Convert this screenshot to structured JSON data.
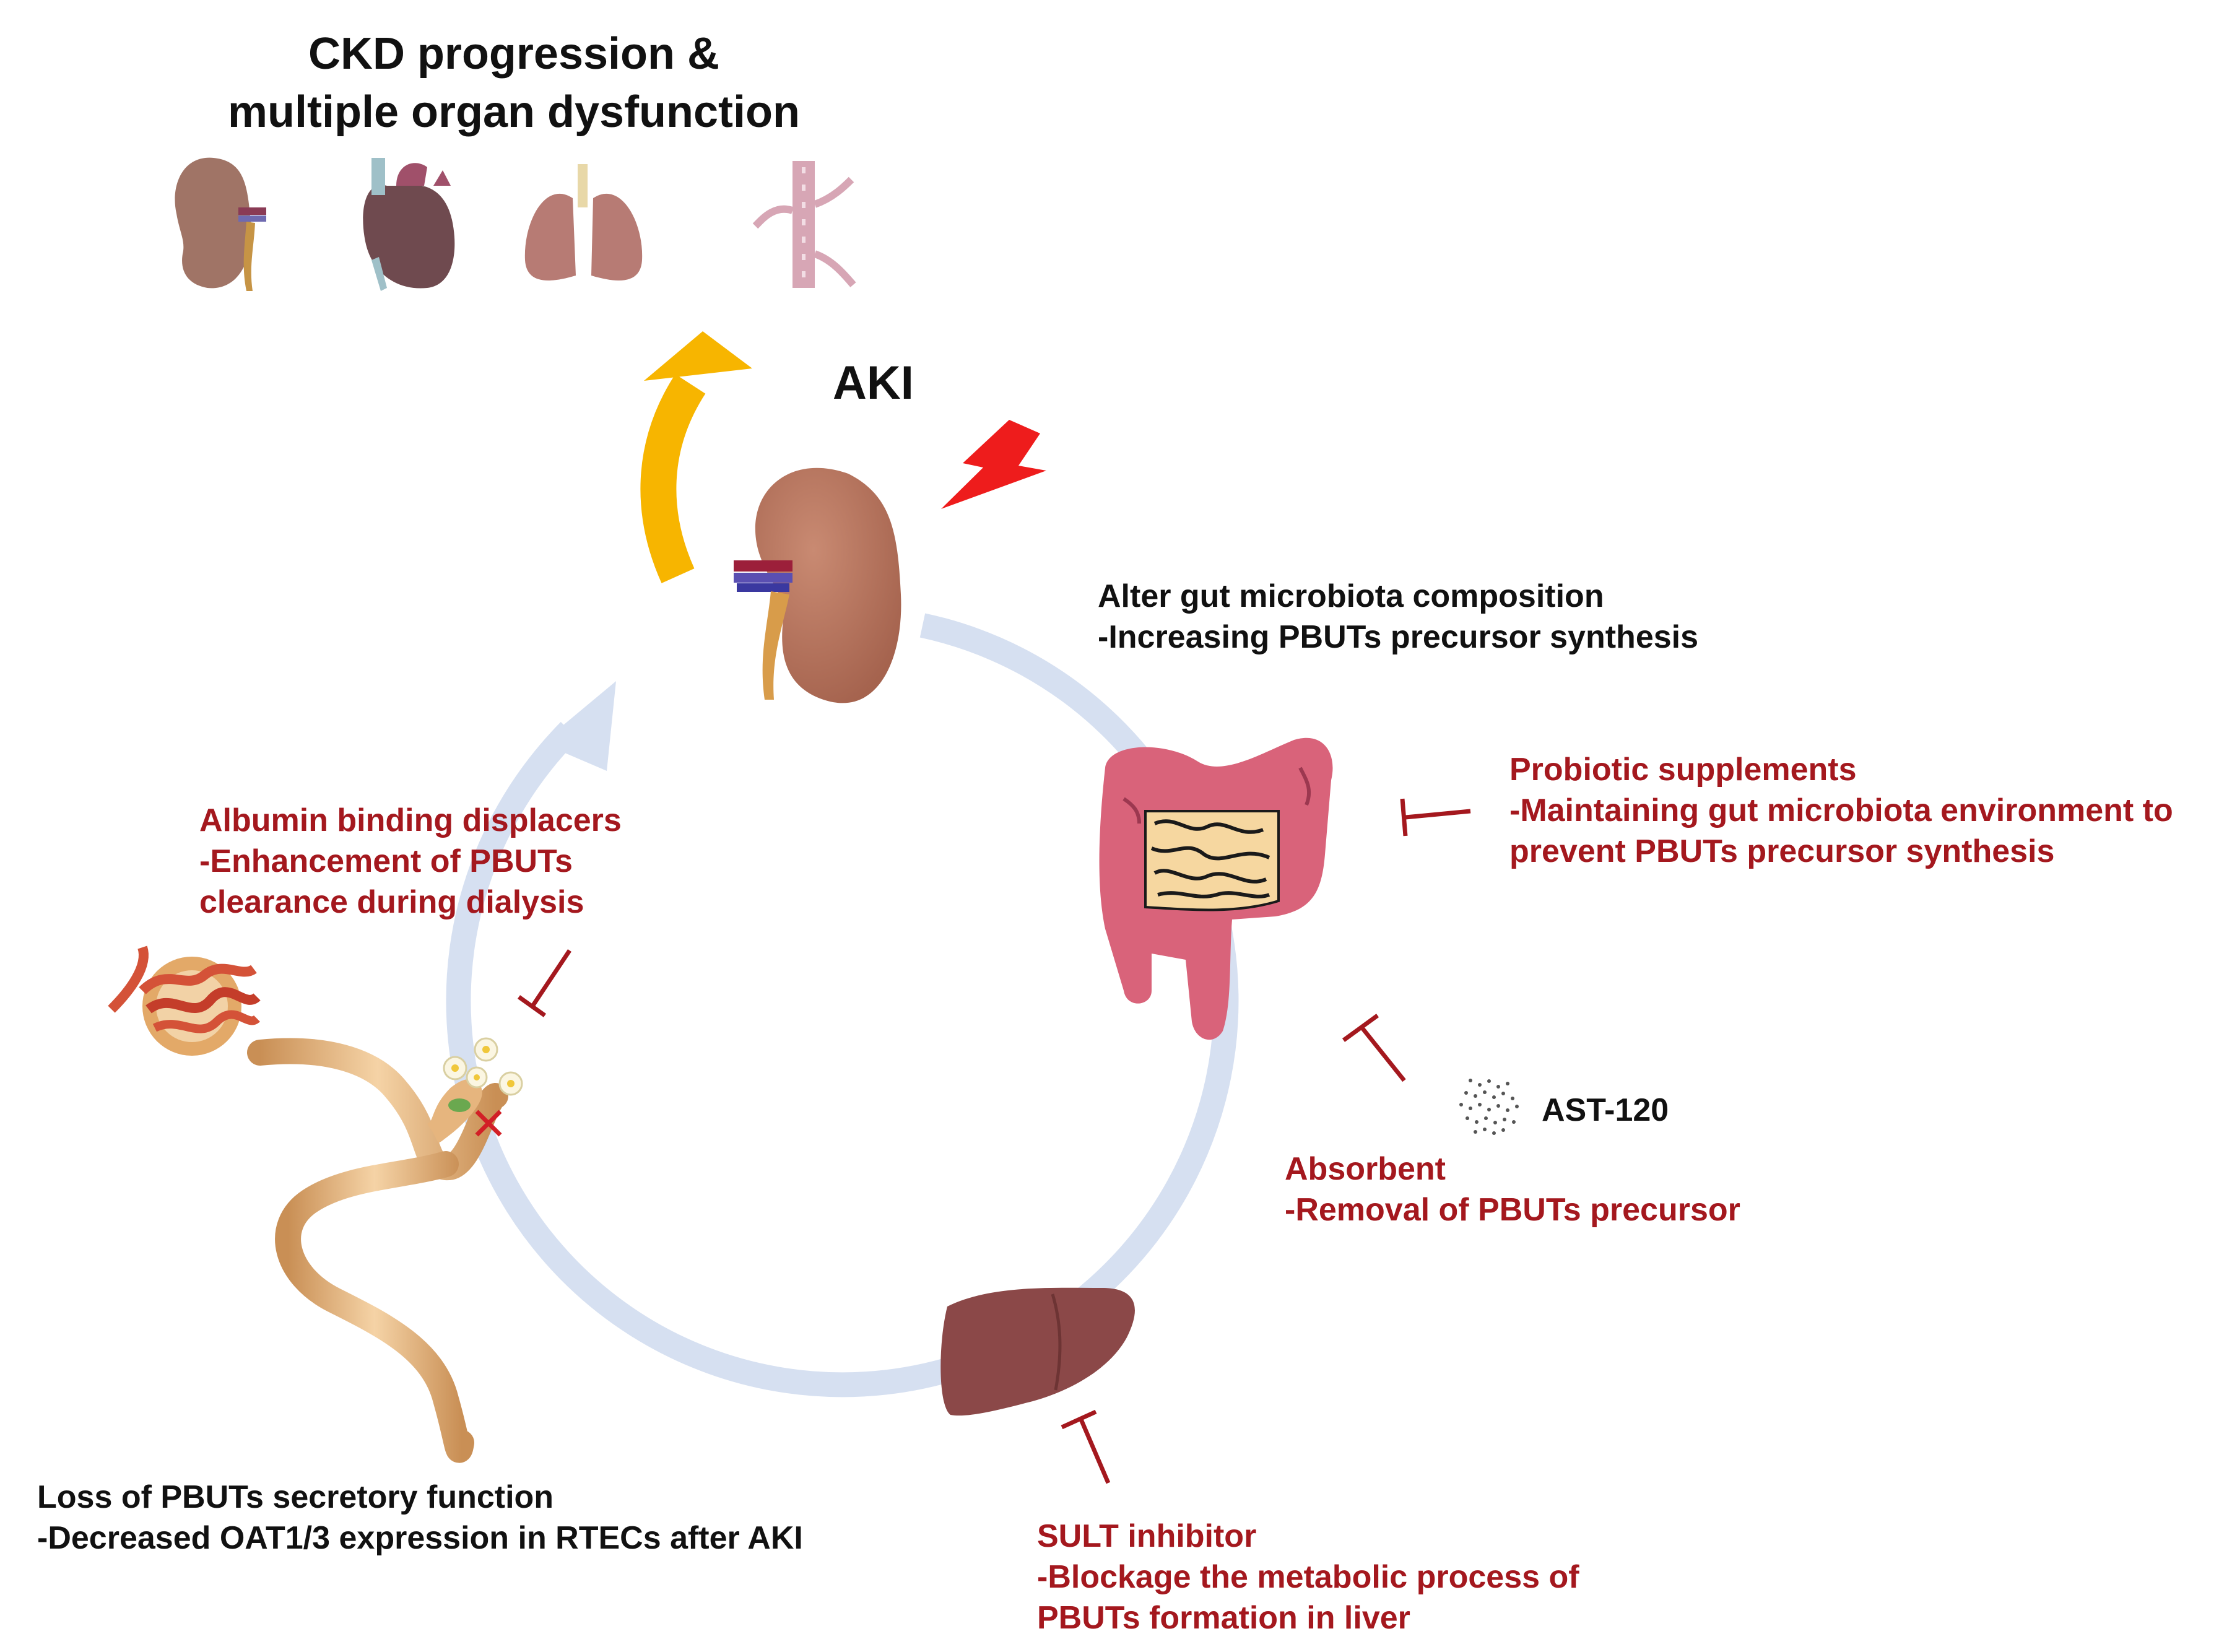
{
  "title": {
    "line1": "CKD progression &",
    "line2": "multiple organ dysfunction"
  },
  "organs_row": [
    "kidney-icon",
    "heart-icon",
    "lungs-icon",
    "blood-vessel-icon"
  ],
  "center": {
    "label": "AKI"
  },
  "gut_effect": {
    "line1": "Alter gut microbiota composition",
    "line2": "-Increasing PBUTs precursor synthesis"
  },
  "probiotic": {
    "line1": "Probiotic supplements",
    "line2": "-Maintaining gut microbiota environment to",
    "line3": "prevent PBUTs precursor synthesis"
  },
  "ast120": {
    "label": "AST-120"
  },
  "absorbent": {
    "line1": "Absorbent",
    "line2": "-Removal of PBUTs precursor"
  },
  "sult": {
    "line1": "SULT inhibitor",
    "line2": "-Blockage the metabolic process of",
    "line3": "PBUTs formation in liver"
  },
  "albumin": {
    "line1": "Albumin binding displacers",
    "line2": "-Enhancement of PBUTs",
    "line3": "clearance during dialysis"
  },
  "secretory": {
    "line1": "Loss of PBUTs secretory function",
    "line2": "-Decreased OAT1/3 expression in RTECs after AKI"
  },
  "colors": {
    "cycle": "#d6e0f1",
    "progression_arrow": "#f7b500",
    "inhibitor": "#a4181e",
    "lightning": "#ee1c1c",
    "kidney": "#b0705a",
    "liver": "#8b4848",
    "colon": "#d9637a",
    "tubule": "#e6b57e"
  }
}
